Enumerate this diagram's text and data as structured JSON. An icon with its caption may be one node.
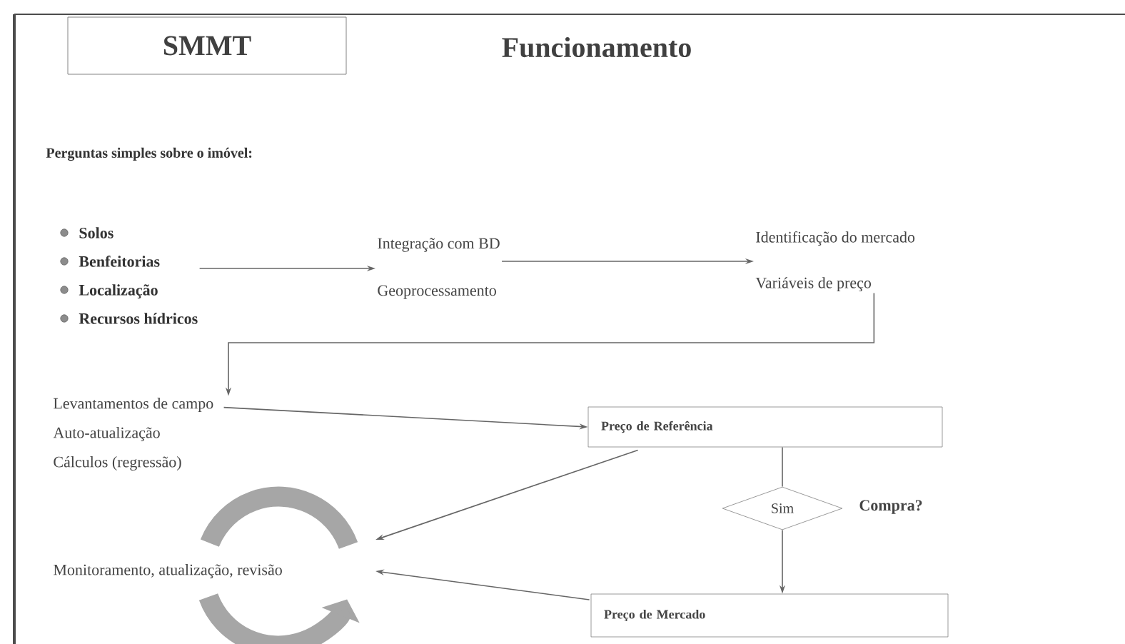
{
  "diagram": {
    "title": "Funcionamento",
    "nodes": [
      {
        "text": [
          "SMMT"
        ]
      },
      {
        "text": [
          "Solos",
          "Benfeitorias",
          "Localização",
          "Recursos hídricos"
        ]
      },
      {
        "text": [
          "Integração com BD",
          "Geoprocessamento"
        ]
      },
      {
        "text": [
          "Identificação do mercado",
          "Variáveis de preço"
        ]
      },
      {
        "text": [
          "Levantamentos de campo",
          "Auto-atualização",
          "Cálculos (regressão)"
        ]
      },
      {
        "text": [
          "Preço de Referência"
        ]
      },
      {
        "text": [
          "Sim"
        ],
        "beside": [
          "Compra?"
        ]
      },
      {
        "text": [
          "Monitoramento, atualização, revisão"
        ]
      },
      {
        "text": [
          "Preço de Mercado"
        ]
      }
    ],
    "edges": [
      {
        "from": 1,
        "to": 2,
        "arrow": "to"
      },
      {
        "from": 2,
        "to": 3,
        "arrow": "to"
      },
      {
        "from": 3,
        "to": 4,
        "arrow": "to"
      },
      {
        "from": 4,
        "to": 5,
        "arrow": "to"
      },
      {
        "from": 5,
        "to": 7,
        "arrow": "to"
      },
      {
        "from": 5,
        "to": 6,
        "arrow": "none"
      },
      {
        "from": 6,
        "to": 8,
        "arrow": "to"
      },
      {
        "from": 8,
        "to": 7,
        "arrow": "to"
      }
    ],
    "labels": [
      "Perguntas simples sobre o imóvel:"
    ]
  }
}
